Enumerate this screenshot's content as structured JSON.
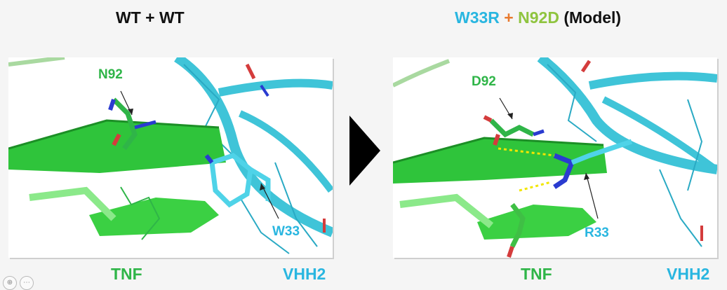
{
  "title_left": "WT + WT",
  "title_right": {
    "part1": "W33R",
    "part2": " + ",
    "part3": "N92D",
    "part4": " (Model)"
  },
  "colors": {
    "cyan": "#29b6e0",
    "green": "#2fb548",
    "orange": "#e87a2e",
    "dark": "#111111"
  },
  "left_panel": {
    "residue_top": "N92",
    "residue_bottom": "W33"
  },
  "right_panel": {
    "residue_top": "D92",
    "residue_bottom": "R33"
  },
  "bottom_labels": {
    "tnf_left": "TNF",
    "vhh_left": "VHH2",
    "tnf_right": "TNF",
    "vhh_right": "VHH2"
  },
  "separator": "right-arrow-icon",
  "toolbar_icons": [
    "zoom-in-icon",
    "more-icon"
  ]
}
